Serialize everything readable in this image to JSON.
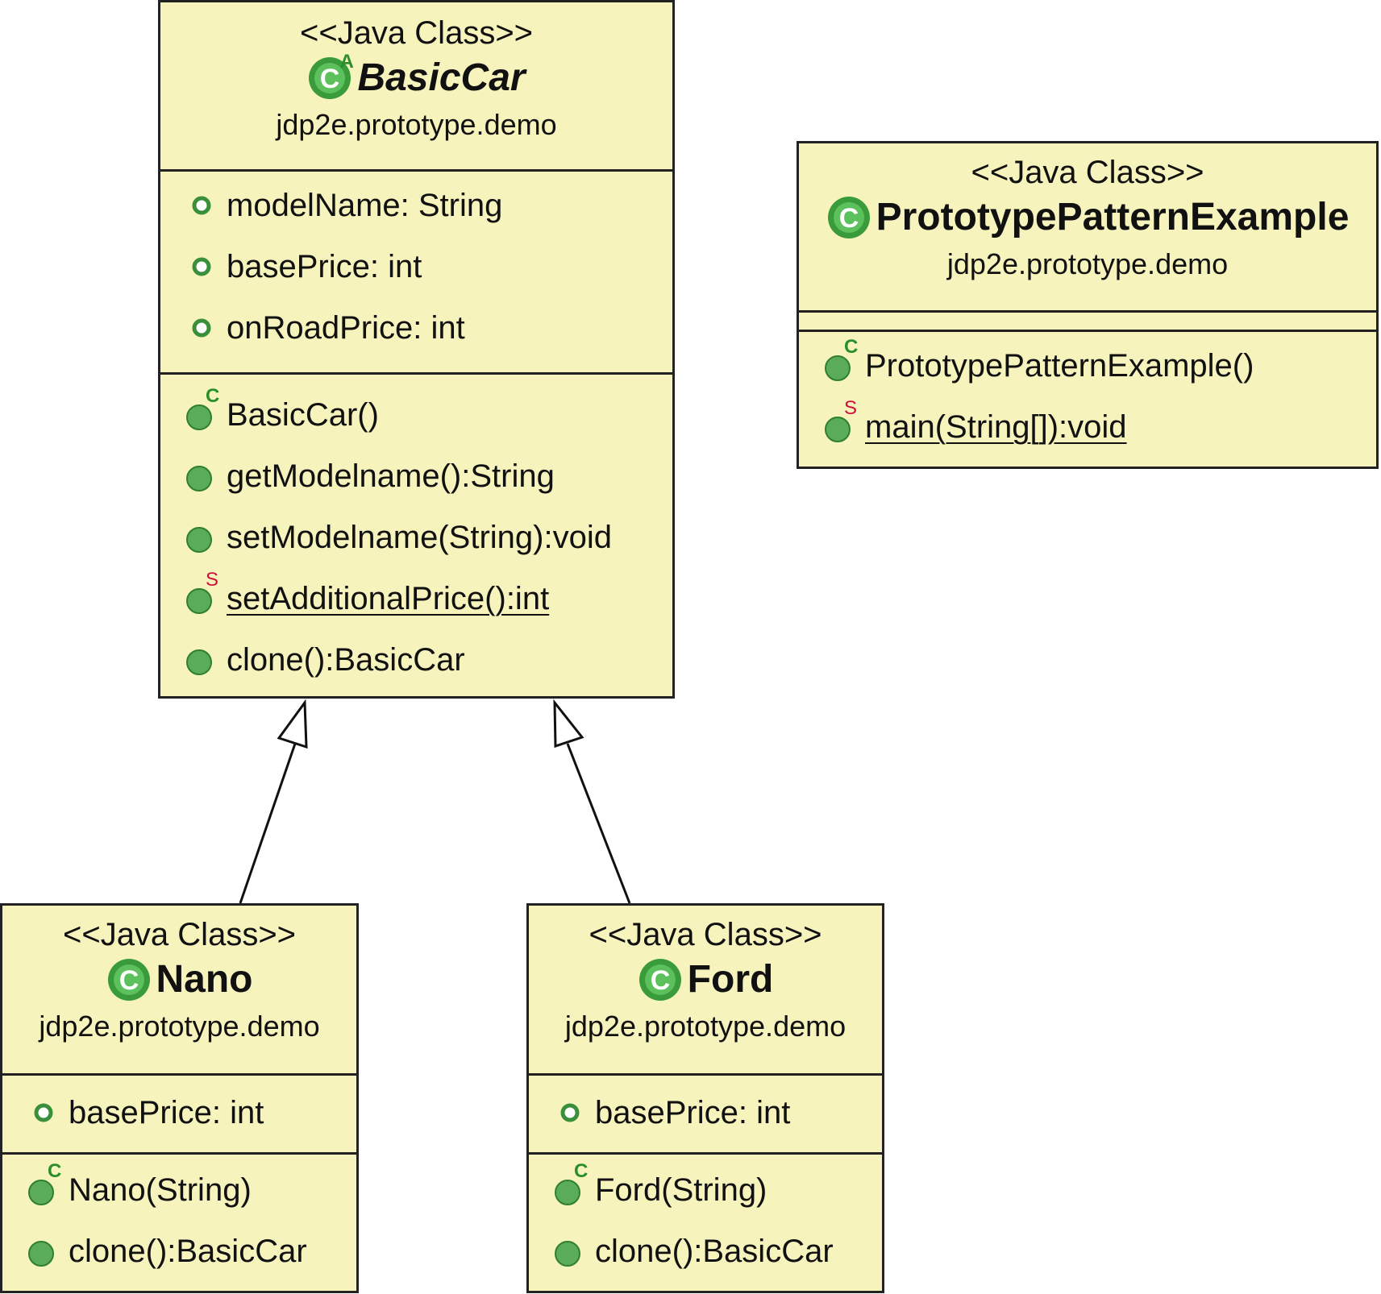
{
  "classes": {
    "basiccar": {
      "stereotype": "<<Java Class>>",
      "name": "BasicCar",
      "abstract_marker": "A",
      "package": "jdp2e.prototype.demo",
      "fields": [
        {
          "text": "modelName: String"
        },
        {
          "text": "basePrice: int"
        },
        {
          "text": "onRoadPrice: int"
        }
      ],
      "methods": [
        {
          "text": "BasicCar()",
          "badge": "C"
        },
        {
          "text": "getModelname():String"
        },
        {
          "text": "setModelname(String):void"
        },
        {
          "text": "setAdditionalPrice():int",
          "badge": "S"
        },
        {
          "text": "clone():BasicCar"
        }
      ]
    },
    "prototype": {
      "stereotype": "<<Java Class>>",
      "name": "PrototypePatternExample",
      "package": "jdp2e.prototype.demo",
      "methods": [
        {
          "text": "PrototypePatternExample()",
          "badge": "C"
        },
        {
          "text": "main(String[]):void",
          "badge": "S"
        }
      ]
    },
    "nano": {
      "stereotype": "<<Java Class>>",
      "name": "Nano",
      "package": "jdp2e.prototype.demo",
      "fields": [
        {
          "text": "basePrice: int"
        }
      ],
      "methods": [
        {
          "text": "Nano(String)",
          "badge": "C"
        },
        {
          "text": "clone():BasicCar"
        }
      ]
    },
    "ford": {
      "stereotype": "<<Java Class>>",
      "name": "Ford",
      "package": "jdp2e.prototype.demo",
      "fields": [
        {
          "text": "basePrice: int"
        }
      ],
      "methods": [
        {
          "text": "Ford(String)",
          "badge": "C"
        },
        {
          "text": "clone():BasicCar"
        }
      ]
    }
  },
  "relations": [
    {
      "type": "generalization",
      "from": "Nano",
      "to": "BasicCar"
    },
    {
      "type": "generalization",
      "from": "Ford",
      "to": "BasicCar"
    }
  ],
  "colors": {
    "class_fill": "#f7f3bd",
    "icon_green": "#2a8f2a",
    "static_red": "#d0103a"
  }
}
